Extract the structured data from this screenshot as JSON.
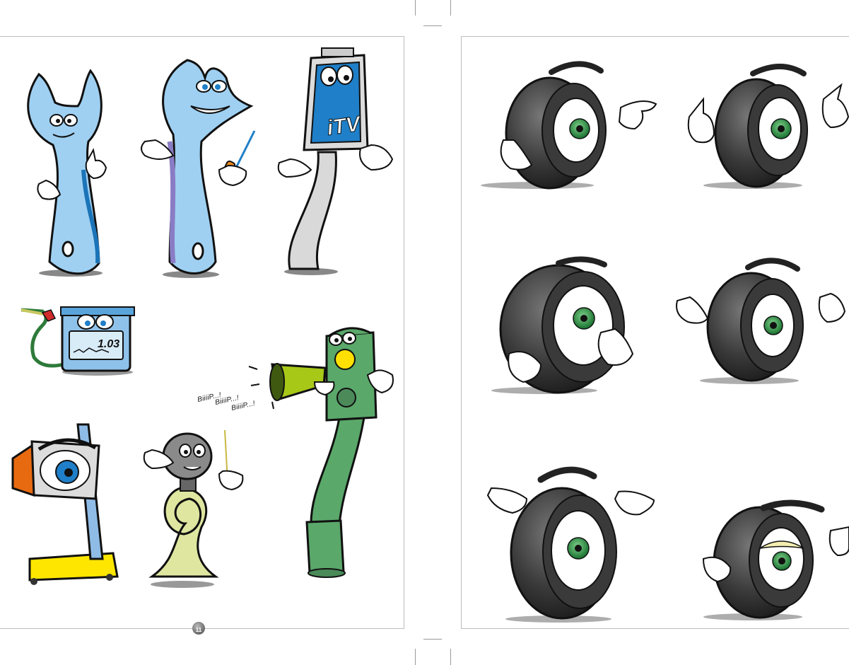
{
  "document": {
    "left_page": {
      "page_number": "11",
      "meter_reading": "1.03",
      "sign_text": "iTV",
      "beep_texts": [
        "BiiiiP...!",
        "BiiiiP...!",
        "BiiiiP...!"
      ]
    },
    "right_page": {}
  },
  "colors": {
    "wrench_blue": "#9fd0f2",
    "wrench_outline": "#1a1a1a",
    "itv_blue": "#1f7fc8",
    "traffic_green": "#5aa86a",
    "tire_dark": "#2c2c2c",
    "eye_green": "#2f9a4a",
    "horn_yellow": "#dfe6a0",
    "scale_yellow": "#ffe600",
    "lamp_orange": "#e86a10"
  },
  "icons": [
    "wrench-character",
    "adjustable-wrench-character",
    "itv-sign-character",
    "fuel-meter-character",
    "headlight-tester-character",
    "horn-character",
    "traffic-light-character",
    "tire-character"
  ]
}
